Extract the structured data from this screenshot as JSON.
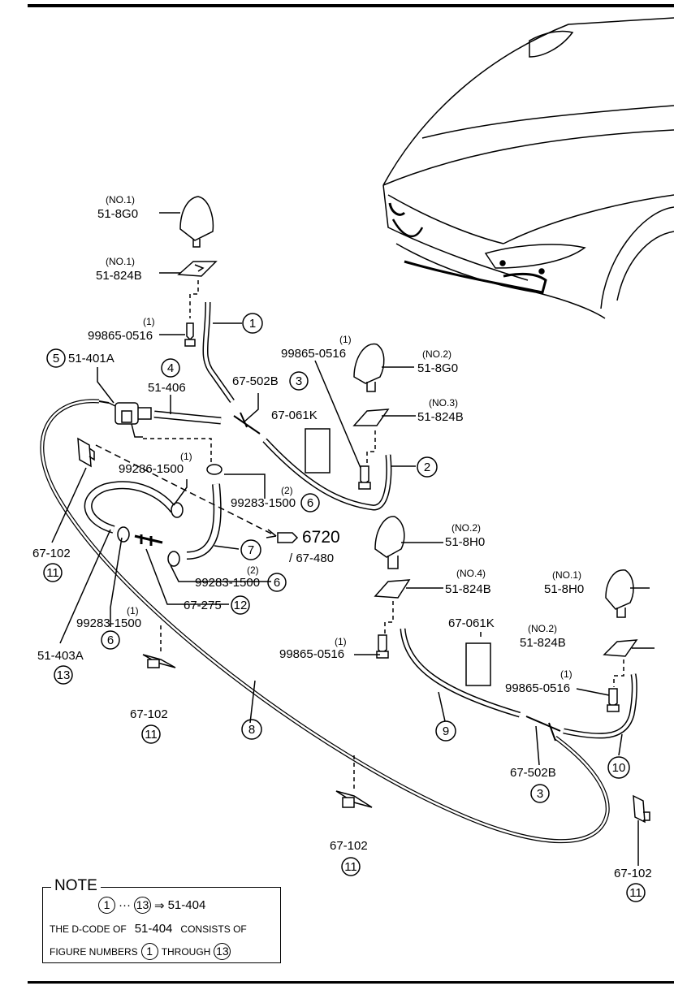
{
  "labels": {
    "nozzle_no1_a": {
      "qty": "(NO.1)",
      "pn": "51-8G0"
    },
    "bracket_no1_a": {
      "qty": "(NO.1)",
      "pn": "51-824B"
    },
    "screw_a": {
      "qty": "(1)",
      "pn": "99865-0516"
    },
    "pump": {
      "callout": "5",
      "pn": "51-401A"
    },
    "hose4": {
      "callout": "4",
      "pn": "51-406"
    },
    "joint3_a": {
      "pn": "67-502B",
      "callout": "3"
    },
    "screw_b": {
      "qty": "(1)",
      "pn": "99865-0516"
    },
    "nozzle_no2_a": {
      "qty": "(NO.2)",
      "pn": "51-8G0"
    },
    "bracket_no3": {
      "qty": "(NO.3)",
      "pn": "51-824B"
    },
    "pad_a": {
      "pn": "67-061K"
    },
    "clamp_a": {
      "qty": "(1)",
      "pn": "99286-1500"
    },
    "clip6_a": {
      "qty": "(2)",
      "pn": "99283-1500",
      "callout": "6"
    },
    "ref6720": {
      "pn": "6720",
      "sub": "/ 67-480"
    },
    "clip6_b": {
      "qty": "(2)",
      "pn": "99283-1500",
      "callout": "6"
    },
    "check_valve": {
      "pn": "67-275",
      "callout": "12"
    },
    "clip6_c": {
      "pn": "99283-1500",
      "qty": "(1)",
      "callout": "6"
    },
    "clip11_a": {
      "pn": "67-102",
      "callout": "11"
    },
    "hose13": {
      "pn": "51-403A",
      "callout": "13"
    },
    "clip11_b": {
      "pn": "67-102",
      "callout": "11"
    },
    "clip11_c": {
      "pn": "67-102",
      "callout": "11"
    },
    "clip11_d": {
      "pn": "67-102",
      "callout": "11"
    },
    "nozzle_no2_b": {
      "qty": "(NO.2)",
      "pn": "51-8H0"
    },
    "bracket_no4": {
      "qty": "(NO.4)",
      "pn": "51-824B"
    },
    "nozzle_no1_b": {
      "qty": "(NO.1)",
      "pn": "51-8H0"
    },
    "pad_b": {
      "pn": "67-061K"
    },
    "bracket_no2": {
      "qty": "(NO.2)",
      "pn": "51-824B"
    },
    "screw_c": {
      "qty": "(1)",
      "pn": "99865-0516"
    },
    "screw_d": {
      "qty": "(1)",
      "pn": "99865-0516"
    },
    "joint3_b": {
      "pn": "67-502B",
      "callout": "3"
    }
  },
  "callouts": {
    "c1": "1",
    "c2": "2",
    "c7": "7",
    "c8": "8",
    "c9": "9",
    "c10": "10"
  },
  "note": {
    "title": "NOTE",
    "range_start": "1",
    "range_dots": "···",
    "range_end": "13",
    "arrow": "⇒",
    "range_code": "51-404",
    "line2_a": "THE D-CODE OF",
    "line2_code": "51-404",
    "line2_b": "CONSISTS OF",
    "line3_a": "FIGURE NUMBERS",
    "line3_start": "1",
    "line3_mid": "THROUGH",
    "line3_end": "13"
  }
}
